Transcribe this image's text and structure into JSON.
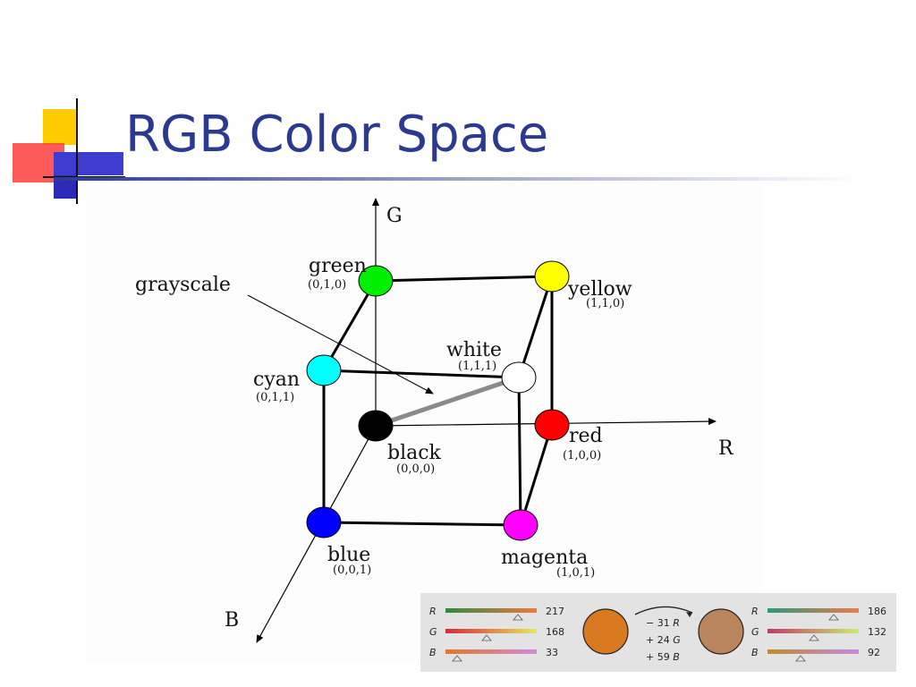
{
  "title": "RGB Color Space",
  "axes": {
    "g": "G",
    "r": "R",
    "b": "B"
  },
  "annotation": "grayscale",
  "vertices": [
    {
      "key": "green",
      "name": "green",
      "coord": "(0,1,0)",
      "color": "#00ee00"
    },
    {
      "key": "yellow",
      "name": "yellow",
      "coord": "(1,1,0)",
      "color": "#ffff00"
    },
    {
      "key": "white",
      "name": "white",
      "coord": "(1,1,1)",
      "color": "#ffffff"
    },
    {
      "key": "cyan",
      "name": "cyan",
      "coord": "(0,1,1)",
      "color": "#00ffff"
    },
    {
      "key": "black",
      "name": "black",
      "coord": "(0,0,0)",
      "color": "#000000"
    },
    {
      "key": "red",
      "name": "red",
      "coord": "(1,0,0)",
      "color": "#ff0000"
    },
    {
      "key": "blue",
      "name": "blue",
      "coord": "(0,0,1)",
      "color": "#0000ff"
    },
    {
      "key": "magenta",
      "name": "magenta",
      "coord": "(1,0,1)",
      "color": "#ff00ff"
    }
  ],
  "transform": {
    "left": {
      "r": "217",
      "g": "168",
      "b": "33",
      "color": "#d97a21"
    },
    "ops": [
      "− 31",
      "+ 24",
      "+ 59"
    ],
    "op_channels": [
      "R",
      "G",
      "B"
    ],
    "right": {
      "r": "186",
      "g": "132",
      "b": "92",
      "color": "#ba845c"
    },
    "channel_labels": [
      "R",
      "G",
      "B"
    ]
  }
}
